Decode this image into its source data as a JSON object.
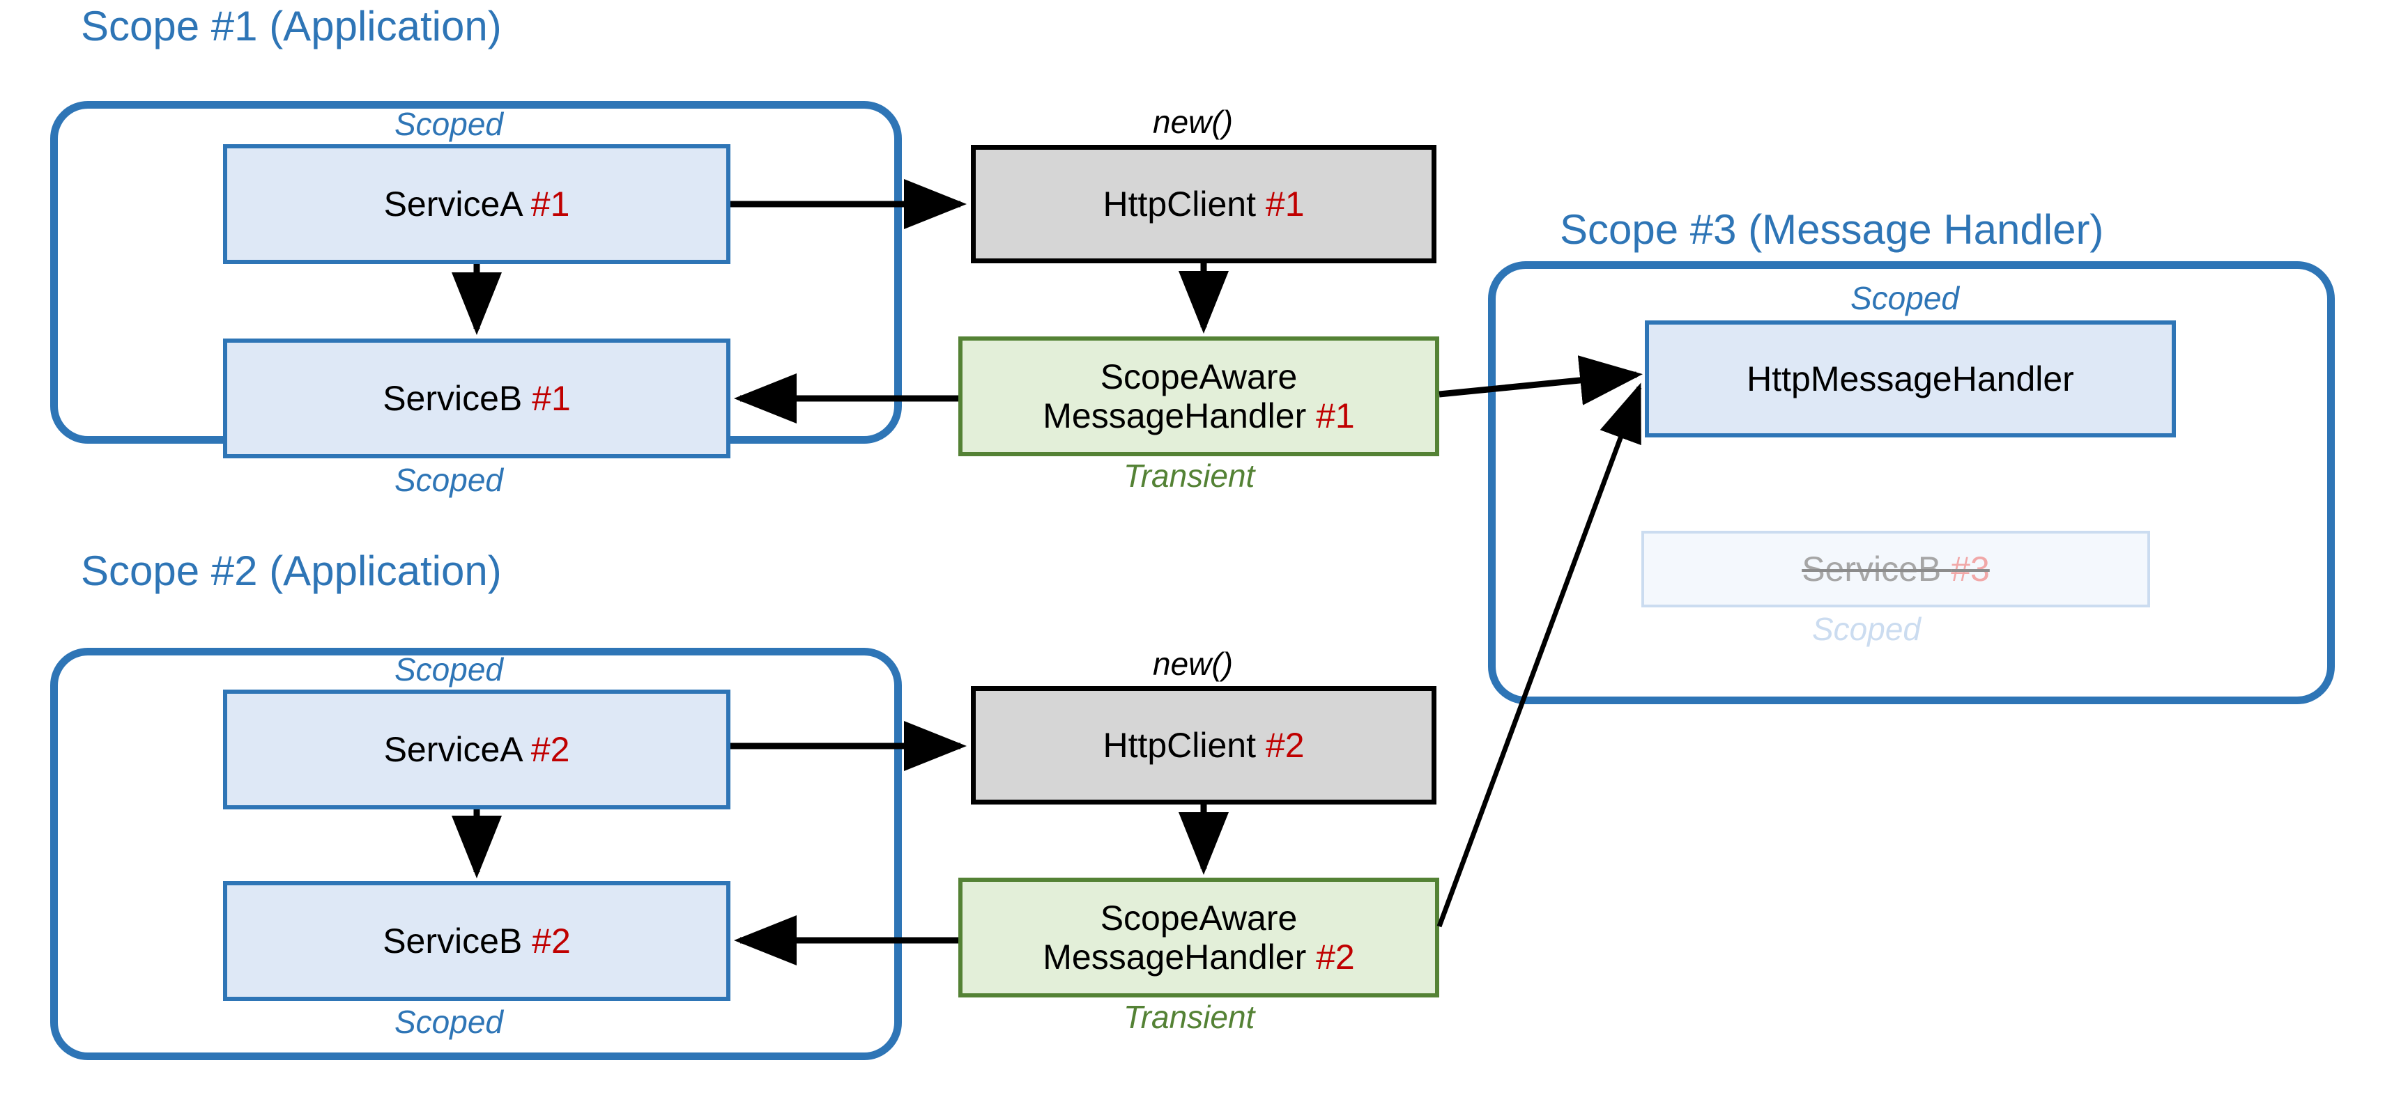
{
  "diagram": {
    "title": "HttpClient message handler scope diagram",
    "colors": {
      "scope_border": "#2E75B6",
      "node_blue_fill": "#DEE8F6",
      "node_blue_border": "#2E75B6",
      "node_gray_fill": "#D6D6D6",
      "node_gray_border": "#000000",
      "node_green_fill": "#E3EFD9",
      "node_green_border": "#548235",
      "instance_number": "#C00000",
      "ghost_text": "#A6A6A6",
      "arrow": "#000000"
    }
  },
  "scopes": [
    {
      "id": "scope1",
      "title": "Scope #1 (Application)"
    },
    {
      "id": "scope2",
      "title": "Scope #2 (Application)"
    },
    {
      "id": "scope3",
      "title": "Scope #3 (Message Handler)"
    }
  ],
  "nodes": {
    "serviceA1": {
      "name": "ServiceA ",
      "num": "#1",
      "lifetime_above": "Scoped"
    },
    "serviceB1": {
      "name": "ServiceB ",
      "num": "#1",
      "lifetime_below": "Scoped"
    },
    "httpClient1": {
      "name": "HttpClient ",
      "num": "#1",
      "lifetime_above": "new()"
    },
    "handler1": {
      "line1": "ScopeAware",
      "line2": "MessageHandler ",
      "num": "#1",
      "lifetime_below": "Transient"
    },
    "serviceA2": {
      "name": "ServiceA ",
      "num": "#2",
      "lifetime_above": "Scoped"
    },
    "serviceB2": {
      "name": "ServiceB ",
      "num": "#2",
      "lifetime_below": "Scoped"
    },
    "httpClient2": {
      "name": "HttpClient ",
      "num": "#2",
      "lifetime_above": "new()"
    },
    "handler2": {
      "line1": "ScopeAware",
      "line2": "MessageHandler ",
      "num": "#2",
      "lifetime_below": "Transient"
    },
    "httpMessageHandler": {
      "name": "HttpMessageHandler",
      "num": "",
      "lifetime_above": "Scoped"
    },
    "serviceB3": {
      "name": "ServiceB ",
      "num": "#3",
      "lifetime_below": "Scoped"
    }
  },
  "edges": [
    {
      "from": "serviceA1",
      "to": "httpClient1"
    },
    {
      "from": "serviceA1",
      "to": "serviceB1"
    },
    {
      "from": "httpClient1",
      "to": "handler1"
    },
    {
      "from": "handler1",
      "to": "serviceB1"
    },
    {
      "from": "handler1",
      "to": "httpMessageHandler"
    },
    {
      "from": "serviceA2",
      "to": "httpClient2"
    },
    {
      "from": "serviceA2",
      "to": "serviceB2"
    },
    {
      "from": "httpClient2",
      "to": "handler2"
    },
    {
      "from": "handler2",
      "to": "serviceB2"
    },
    {
      "from": "handler2",
      "to": "httpMessageHandler"
    }
  ]
}
